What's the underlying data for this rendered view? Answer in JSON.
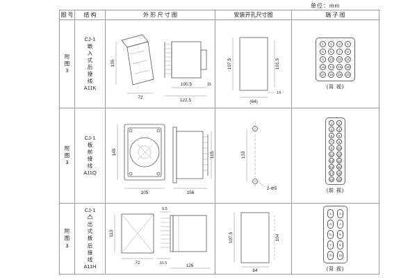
{
  "unit_label": "单位：mm",
  "headers": {
    "fig": "图 号",
    "structure": "结 构",
    "outline": "外 形 尺 寸 图",
    "mounting": "安装开孔尺寸图",
    "terminal": "端 子 图"
  },
  "rows": [
    {
      "fig": "附\n图\n3",
      "structure": "CJ-1\n嵌\n入\n式\n后\n接\n线\nA11K",
      "outline": {
        "d1": "135",
        "d2": "72",
        "d3": "100.5",
        "d4": "122.5",
        "d5": "15"
      },
      "mounting": {
        "m1": "107.5",
        "m2": "101.5",
        "m3": "(64)",
        "m4": "14"
      },
      "terminal": {
        "style": "grid",
        "cols": 4,
        "count": 20,
        "caption": "(背 视)"
      }
    },
    {
      "fig": "附\n图\n3",
      "structure": "CJ-1\n板\n前\n接\n线\nA11Q",
      "outline": {
        "d1": "149",
        "d2": "105",
        "d3": "156",
        "d4": "115"
      },
      "mounting": {
        "m1": "133",
        "m2": "2-Φ5"
      },
      "terminal": {
        "style": "list",
        "cols": 2,
        "count": 20,
        "caption": "(前 视)"
      }
    },
    {
      "fig": "附\n图\n3",
      "structure": "CJ-1\n凸\n出\n式\n板\n后\n接\n线\nA11H",
      "outline": {
        "d1": "113",
        "d2": "72",
        "d3": "31.5",
        "d4": "9.5",
        "d5": "126"
      },
      "mounting": {
        "m1": "107.5",
        "m2": "104",
        "m3": "64"
      },
      "terminal": {
        "style": "ovals",
        "cols": 2,
        "count": 10,
        "caption": "(背 视)"
      }
    }
  ]
}
